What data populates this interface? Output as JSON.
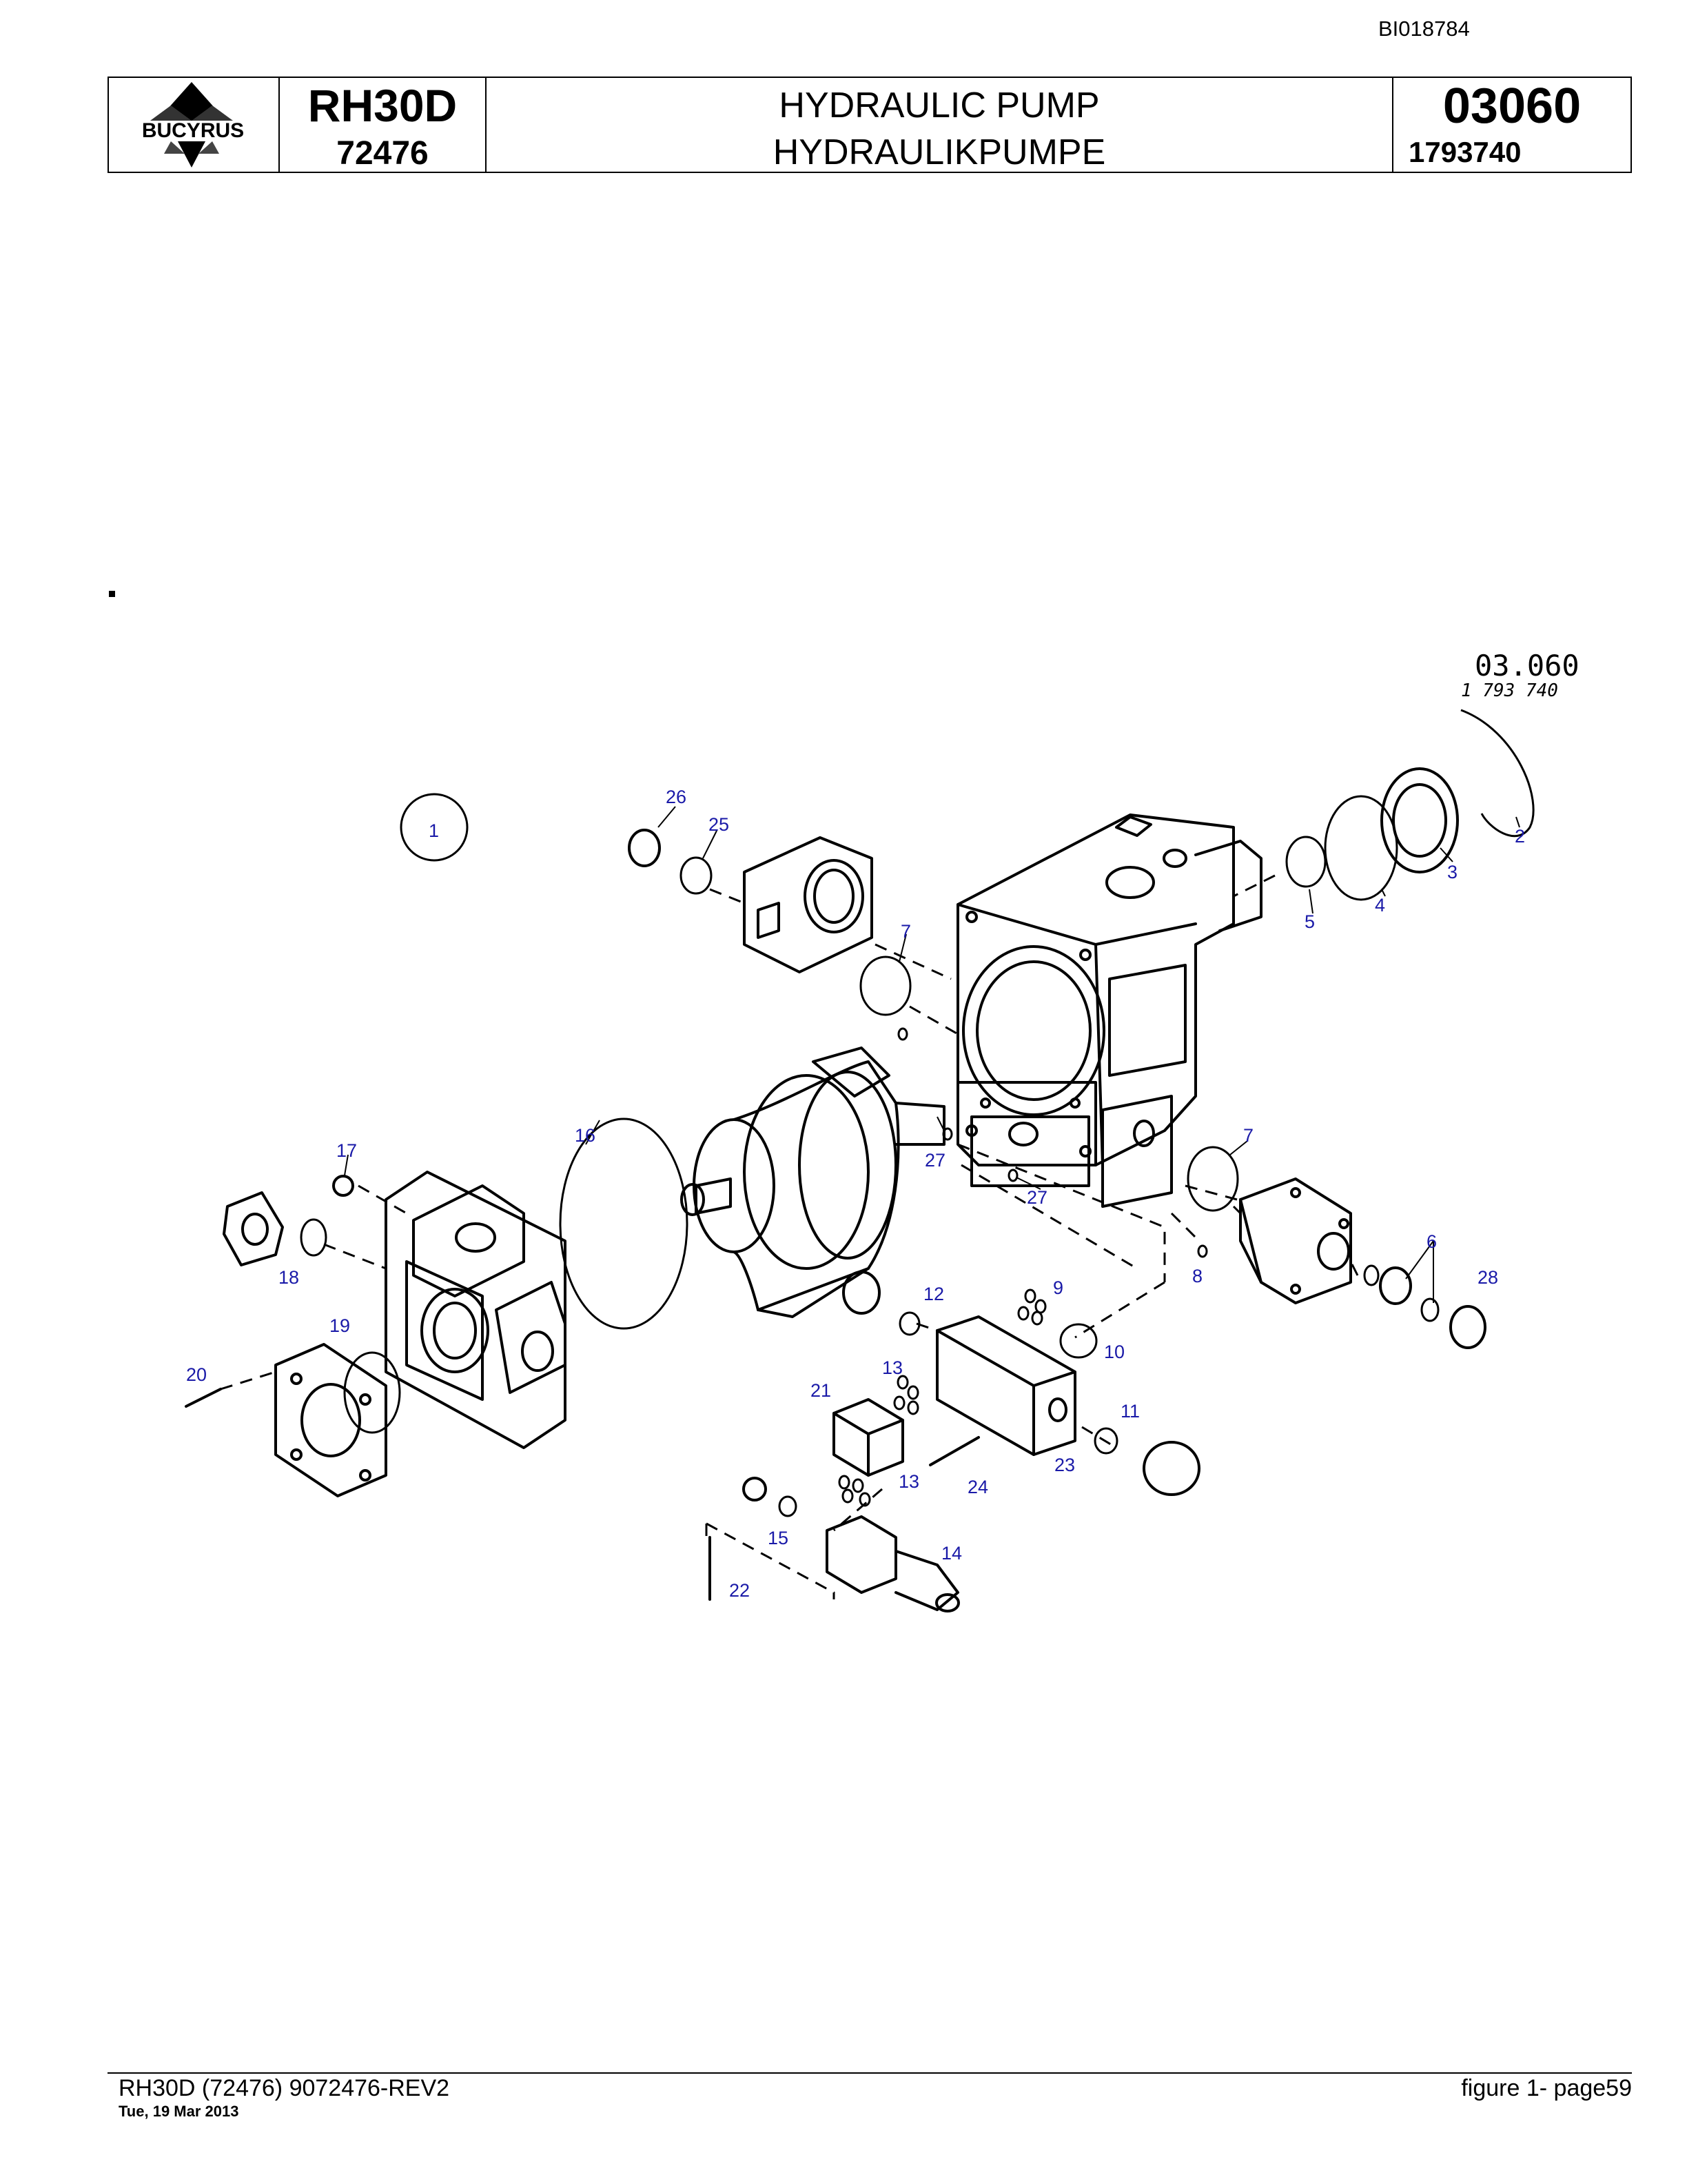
{
  "document_id": "BI018784",
  "header": {
    "logo_text": "BUCYRUS",
    "model": "RH30D",
    "serial": "72476",
    "title_en": "HYDRAULIC PUMP",
    "title_de": "HYDRAULIKPUMPE",
    "group_code": "03060",
    "part_number": "1793740"
  },
  "diagram": {
    "stamp_group": "03.060",
    "stamp_part": "1 793 740",
    "callouts": [
      "1",
      "2",
      "3",
      "4",
      "5",
      "6",
      "7",
      "7",
      "8",
      "9",
      "10",
      "11",
      "12",
      "13",
      "13",
      "14",
      "15",
      "16",
      "17",
      "18",
      "19",
      "20",
      "21",
      "22",
      "23",
      "24",
      "25",
      "26",
      "27",
      "27",
      "28"
    ]
  },
  "footer": {
    "left": "RH30D (72476) 9072476-REV2",
    "date": "Tue, 19 Mar 2013",
    "right": "figure  1- page59"
  },
  "colors": {
    "callout": "#1a1aa8",
    "line": "#000000"
  }
}
